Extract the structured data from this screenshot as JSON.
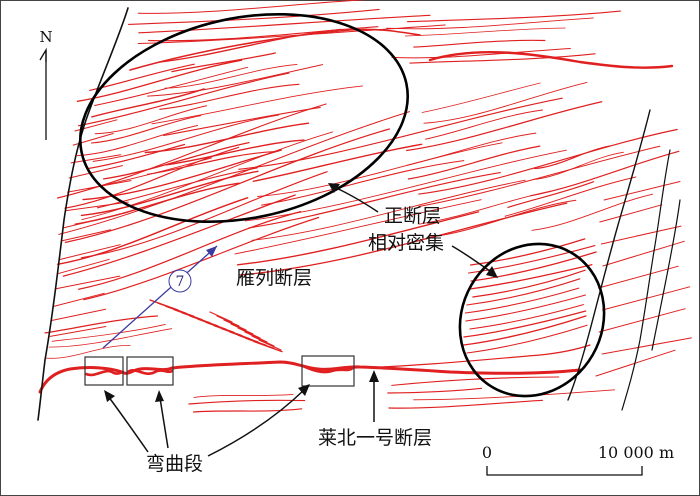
{
  "colors": {
    "fault": "#e02020",
    "boundary": "#111111",
    "ellipse": "#000000",
    "arrow": "#3a3aa0",
    "frame": "#444444"
  },
  "north": {
    "label": "N"
  },
  "labels": {
    "normal_fault_line1": "正断层",
    "normal_fault_line2": "相对密集",
    "en_echelon": "雁列断层",
    "laibei_fault": "莱北一号断层",
    "bend_section": "弯曲段",
    "circled_number": "7"
  },
  "scale_bar": {
    "start_label": "0",
    "end_label": "10 000 m"
  }
}
